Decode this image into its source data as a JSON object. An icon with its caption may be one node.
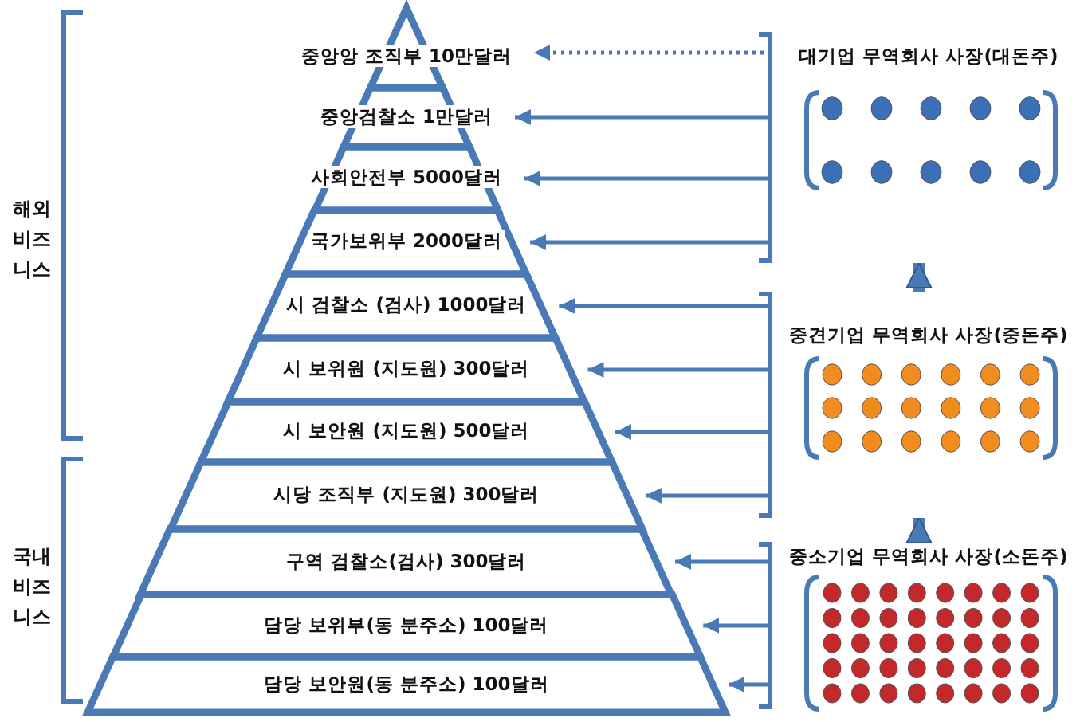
{
  "diagram": {
    "nodes": [
      {
        "text": [
          "중앙앙 조직부 10만달러"
        ]
      },
      {
        "text": [
          "중앙검찰소 1만달러"
        ]
      },
      {
        "text": [
          "사회안전부 5000달러"
        ]
      },
      {
        "text": [
          "국가보위부 2000달러"
        ]
      },
      {
        "text": [
          "시 검찰소 (검사) 1000달러"
        ]
      },
      {
        "text": [
          "시 보위원 (지도원) 300달러"
        ]
      },
      {
        "text": [
          "시 보안원 (지도원) 500달러"
        ]
      },
      {
        "text": [
          "시당 조직부 (지도원) 300달러"
        ]
      },
      {
        "text": [
          "구역 검찰소(검사) 300달러"
        ]
      },
      {
        "text": [
          "담당 보위부(동 분주소) 100달러"
        ]
      },
      {
        "text": [
          "담당 보안원(동 분주소) 100달러"
        ]
      },
      {
        "text": [
          "대기업 무역회사 사장(대돈주)"
        ]
      },
      {
        "text": [
          "중견기업 무역회사 사장(중돈주)"
        ]
      },
      {
        "text": [
          "중소기업 무역회사 사장(소돈주)"
        ]
      }
    ],
    "edges": [
      {
        "from": 11,
        "to": 0,
        "arrow": "to",
        "style": "dashed"
      },
      {
        "from": 11,
        "to": 1,
        "arrow": "to"
      },
      {
        "from": 11,
        "to": 2,
        "arrow": "to"
      },
      {
        "from": 11,
        "to": 3,
        "arrow": "to"
      },
      {
        "from": 12,
        "to": 4,
        "arrow": "to"
      },
      {
        "from": 12,
        "to": 5,
        "arrow": "to"
      },
      {
        "from": 12,
        "to": 6,
        "arrow": "to"
      },
      {
        "from": 12,
        "to": 7,
        "arrow": "to"
      },
      {
        "from": 13,
        "to": 8,
        "arrow": "to"
      },
      {
        "from": 13,
        "to": 9,
        "arrow": "to"
      },
      {
        "from": 13,
        "to": 10,
        "arrow": "to"
      },
      {
        "from": 13,
        "to": 12,
        "arrow": "to",
        "style": "thick"
      },
      {
        "from": 12,
        "to": 11,
        "arrow": "to",
        "style": "thick"
      }
    ],
    "labels": [
      "해외 비즈니스",
      "국내 비즈니스"
    ]
  }
}
